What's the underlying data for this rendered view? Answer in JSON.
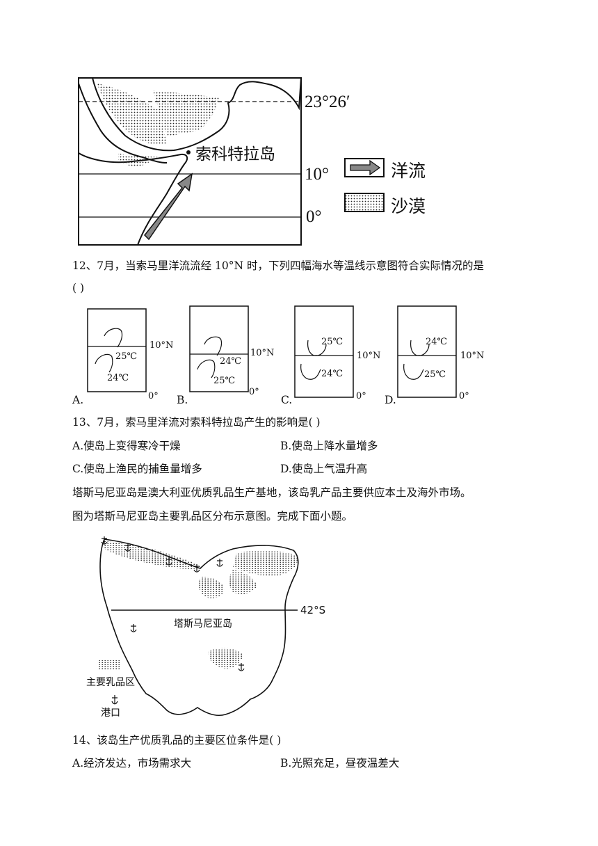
{
  "map1": {
    "lat_23": "23°26′",
    "lat_10": "10°",
    "lat_0": "0°",
    "island_label": "索科特拉岛",
    "legend_current": "洋流",
    "legend_desert": "沙漠"
  },
  "q12": {
    "stem": "12、7月，当索马里洋流流经 10°N 时，下列四幅海水等温线示意图符合实际情况的是",
    "paren": "( )",
    "diagrams": [
      {
        "letter": "A.",
        "upper": "25℃",
        "lower": "24℃",
        "lat_top": "10°N",
        "lat_bottom": "0°"
      },
      {
        "letter": "B.",
        "upper": "24℃",
        "lower": "25℃",
        "lat_top": "10°N",
        "lat_bottom": "0°"
      },
      {
        "letter": "C.",
        "upper": "25℃",
        "lower": "24℃",
        "lat_top": "10°N",
        "lat_bottom": "0°"
      },
      {
        "letter": "D.",
        "upper": "24℃",
        "lower": "25℃",
        "lat_top": "10°N",
        "lat_bottom": "0°"
      }
    ]
  },
  "q13": {
    "stem": "13、7月，索马里洋流对索科特拉岛产生的影响是( )",
    "options": [
      "A.使岛上变得寒冷干燥",
      "B.使岛上降水量增多",
      "C.使岛上渔民的捕鱼量增多",
      "D.使岛上气温升高"
    ]
  },
  "intro": {
    "line1": "塔斯马尼亚岛是澳大利亚优质乳品生产基地，该岛乳产品主要供应本土及海外市场。",
    "line2": "图为塔斯马尼亚岛主要乳品区分布示意图。完成下面小题。"
  },
  "map2": {
    "lat_label": "42°S",
    "island_label": "塔斯马尼亚岛",
    "legend_dairy": "主要乳品区",
    "legend_port": "港口"
  },
  "q14": {
    "stem": "14、该岛生产优质乳品的主要区位条件是( )",
    "options": [
      "A.经济发达，市场需求大",
      "B.光照充足，昼夜温差大"
    ]
  }
}
